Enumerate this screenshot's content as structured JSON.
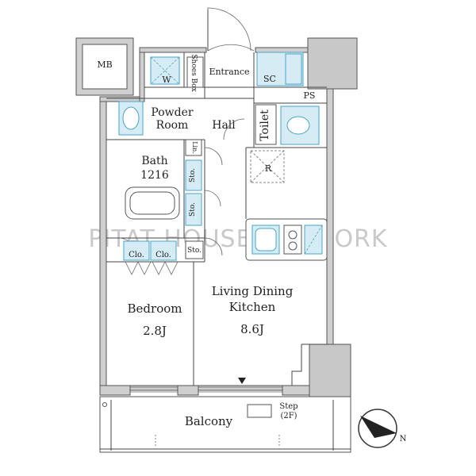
{
  "rooms": {
    "mb": "MB",
    "w": "W",
    "shoes_box": "Shoes Box",
    "entrance": "Entrance",
    "sc": "SC",
    "ps": "PS",
    "powder_room_1": "Powder",
    "powder_room_2": "Room",
    "hall": "Hall",
    "toilet": "Toilet",
    "lin": "Lin.",
    "bath": "Bath",
    "bath_size": "1216",
    "r": "R",
    "sto_1": "Sto.",
    "sto_2": "Sto.",
    "sto_3": "Sto.",
    "clo_1": "Clo.",
    "clo_2": "Clo.",
    "bedroom": "Bedroom",
    "bedroom_size": "2.8J",
    "ldk_1": "Living Dining",
    "ldk_2": "Kitchen",
    "ldk_size": "8.6J",
    "balcony": "Balcony",
    "step": "Step",
    "step_floor": "(2F)"
  },
  "compass": {
    "label": "N"
  },
  "watermark": "PITAT HOUSE NETWORK"
}
